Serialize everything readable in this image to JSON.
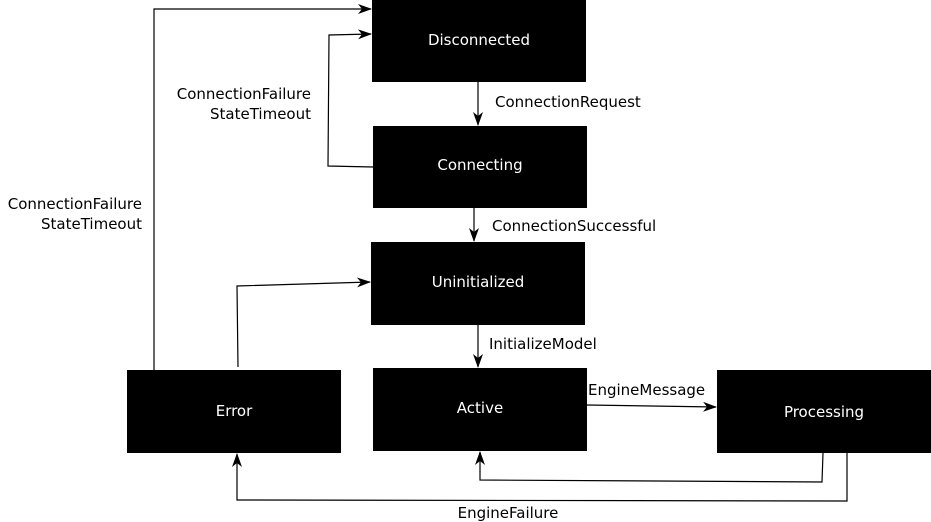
{
  "states": {
    "disconnected": "Disconnected",
    "connecting": "Connecting",
    "uninitialized": "Uninitialized",
    "active": "Active",
    "error": "Error",
    "processing": "Processing"
  },
  "transitions": {
    "connection_request": "ConnectionRequest",
    "connection_successful": "ConnectionSuccessful",
    "initialize_model": "InitializeModel",
    "engine_message": "EngineMessage",
    "engine_failure": "EngineFailure",
    "connecting_failure_line1": "ConnectionFailure",
    "connecting_failure_line2": "StateTimeout",
    "error_failure_line1": "ConnectionFailure",
    "error_failure_line2": "StateTimeout"
  },
  "colors": {
    "state_fill": "#000000",
    "state_text": "#ffffff",
    "edge": "#000000",
    "background": "#ffffff"
  }
}
